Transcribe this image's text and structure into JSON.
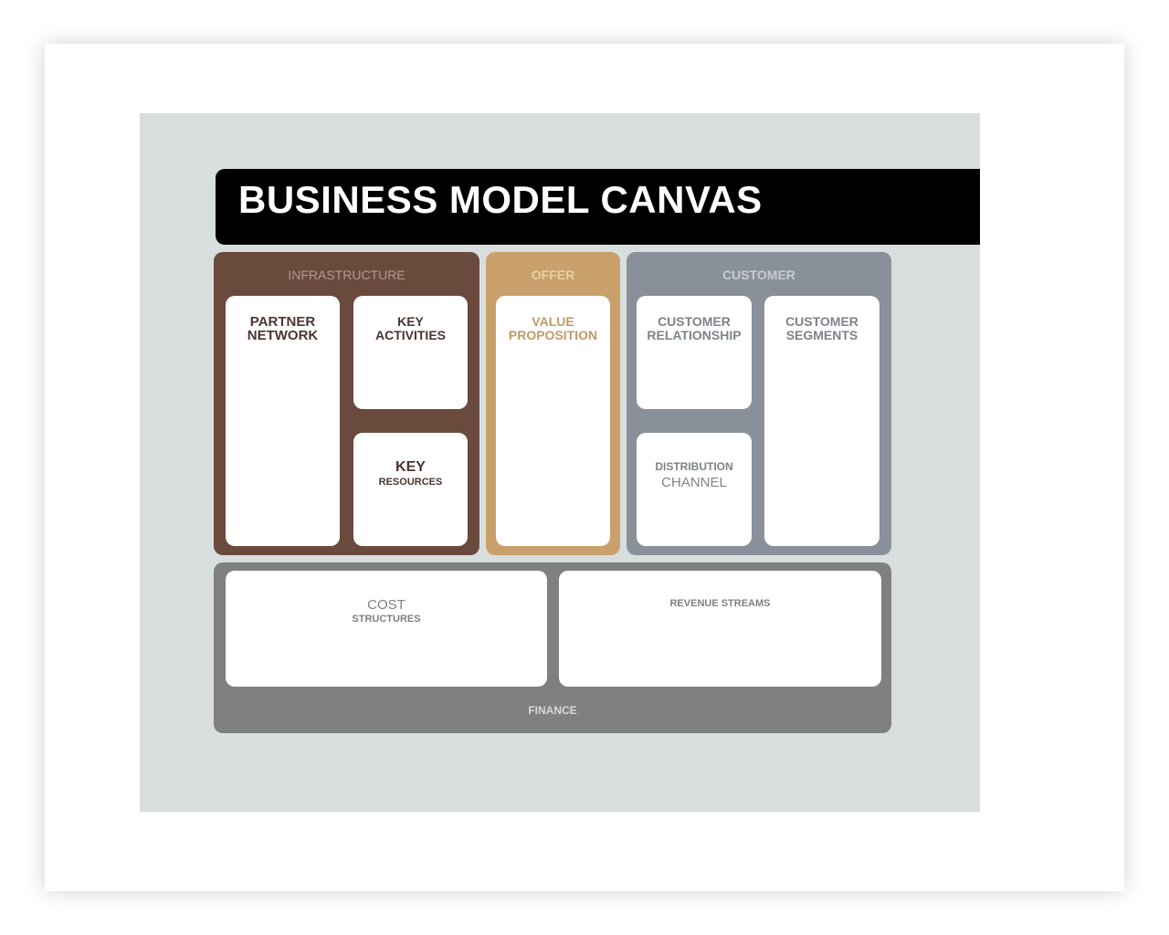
{
  "title": "BUSINESS MODEL CANVAS",
  "groups": {
    "infrastructure": "INFRASTRUCTURE",
    "offer": "OFFER",
    "customer": "CUSTOMER",
    "finance": "FINANCE"
  },
  "blocks": {
    "partner_network": [
      "PARTNER",
      "NETWORK"
    ],
    "key_activities": [
      "KEY",
      "ACTIVITIES"
    ],
    "key_resources": [
      "KEY",
      "RESOURCES"
    ],
    "value_proposition": [
      "VALUE",
      "PROPOSITION"
    ],
    "customer_relationship": [
      "CUSTOMER",
      "RELATIONSHIP"
    ],
    "distribution_channel": [
      "DISTRIBUTION",
      "CHANNEL"
    ],
    "customer_segments": [
      "CUSTOMER",
      "SEGMENTS"
    ],
    "cost_structures": [
      "COST",
      "STRUCTURES"
    ],
    "revenue_streams": "REVENUE STREAMS"
  },
  "colors": {
    "infrastructure": "#6b4a3e",
    "offer": "#c9a06b",
    "customer": "#8a9099",
    "finance": "#808080",
    "background": "#d7dedd"
  }
}
